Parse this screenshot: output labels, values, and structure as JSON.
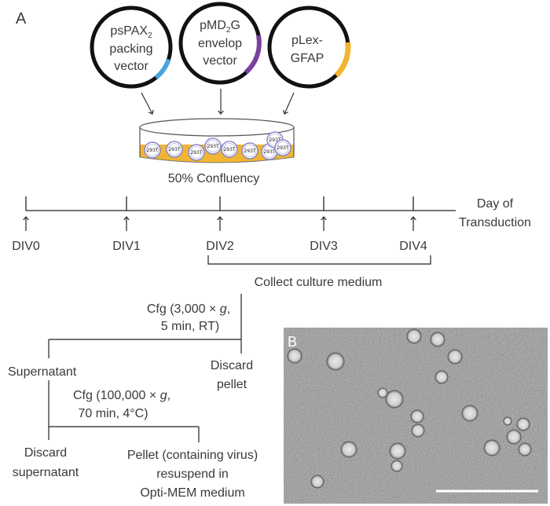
{
  "panel_a": {
    "label": "A",
    "plasmids": [
      {
        "line1": "psPAX",
        "sub": "2",
        "line2": "packing",
        "line3": "vector",
        "color": "#4aa3df"
      },
      {
        "line1": "pMD",
        "sub": "2",
        "line1b": "G",
        "line2": "envelop",
        "line3": "vector",
        "color": "#7b3fa0"
      },
      {
        "line1": "pLex-",
        "line2": "GFAP",
        "color": "#f2b531"
      }
    ],
    "dish_cell_label": "293T",
    "dish_caption": "50% Confluency",
    "timeline": {
      "days": [
        "DIV0",
        "DIV1",
        "DIV2",
        "DIV3",
        "DIV4"
      ],
      "axis_label_line1": "Day of",
      "axis_label_line2": "Transduction",
      "collect_label": "Collect culture medium"
    },
    "flow": {
      "cfg1_line1": "Cfg (3,000 × ",
      "cfg1_g": "g",
      "cfg1_line1_end": ",",
      "cfg1_line2": "5 min, RT)",
      "discard_pellet_1": "Discard",
      "discard_pellet_2": "pellet",
      "supernatant": "Supernatant",
      "cfg2_line1": "Cfg (100,000 × ",
      "cfg2_g": "g",
      "cfg2_line1_end": ",",
      "cfg2_line2": "70 min, 4°C)",
      "discard_sup_1": "Discard",
      "discard_sup_2": "supernatant",
      "pellet_1": "Pellet (containing virus)",
      "pellet_2": "resuspend in",
      "pellet_3": "Opti-MEM medium"
    }
  },
  "panel_b": {
    "label": "B"
  },
  "colors": {
    "medium": "#f2b531",
    "text": "#3a3a3a"
  }
}
